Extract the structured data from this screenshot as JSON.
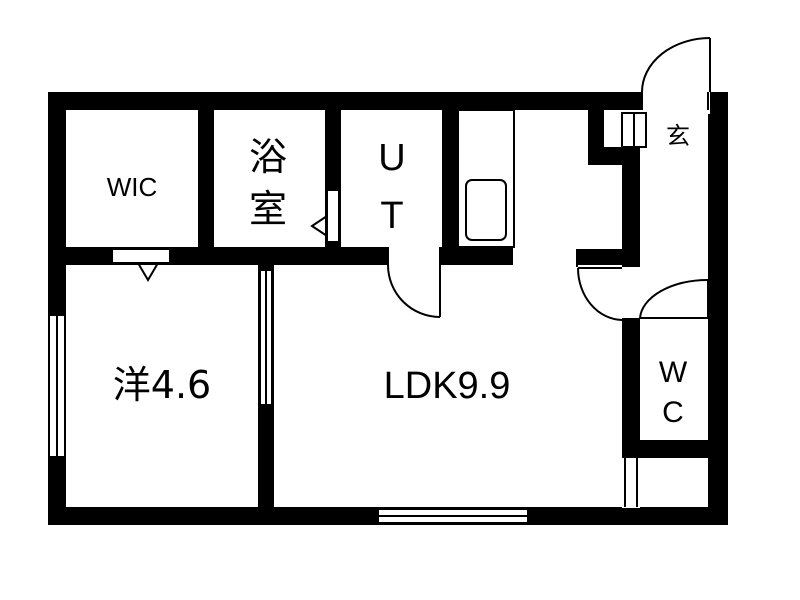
{
  "plan": {
    "rooms": {
      "wic": "WIC",
      "bath_1": "浴",
      "bath_2": "室",
      "ut_1": "U",
      "ut_2": "T",
      "western": "洋4.6",
      "ldk": "LDK9.9",
      "wc_1": "W",
      "wc_2": "C",
      "entrance": "玄"
    }
  }
}
